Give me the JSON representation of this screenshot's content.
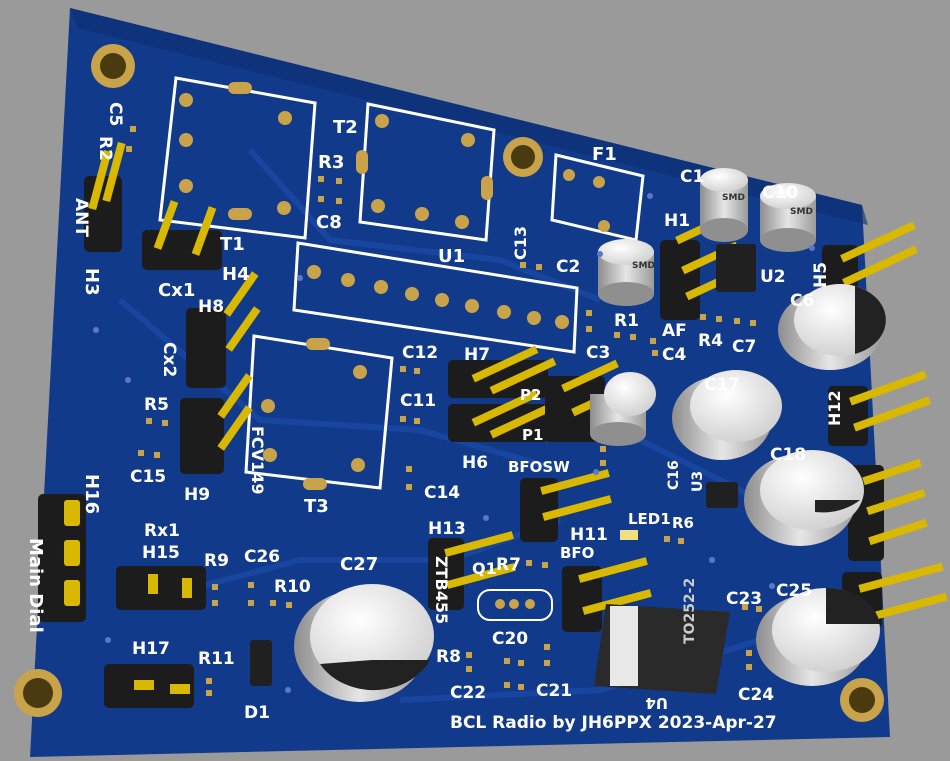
{
  "scene": {
    "background": "#9a9a9a",
    "board_color": "#123a8a",
    "silkscreen_color": "#ffffff",
    "gold": "#c9a34a"
  },
  "labels": {
    "C5": "C5",
    "R2": "R2",
    "ANT": "ANT",
    "H3": "H3",
    "T1": "T1",
    "T2": "T2",
    "R3": "R3",
    "C8": "C8",
    "U1": "U1",
    "C13": "C13",
    "F1": "F1",
    "C1": "C1",
    "C10": "C10",
    "C2": "C2",
    "H1": "H1",
    "U2": "U2",
    "H5": "H5",
    "C6": "C6",
    "Cx1": "Cx1",
    "H4": "H4",
    "H8": "H8",
    "Cx2": "Cx2",
    "R1": "R1",
    "AF": "AF",
    "R4": "R4",
    "C7": "C7",
    "C3": "C3",
    "C4": "C4",
    "C12": "C12",
    "H7": "H7",
    "P2": "P2",
    "C11": "C11",
    "P1": "P1",
    "H6": "H6",
    "C17": "C17",
    "H12": "H12",
    "R5": "R5",
    "FCV149": "FCV149",
    "C15": "C15",
    "H9": "H9",
    "T3": "T3",
    "C14": "C14",
    "BFOSW": "BFOSW",
    "C18": "C18",
    "C16": "C16",
    "U3": "U3",
    "LED1": "LED1",
    "R6": "R6",
    "H16": "H16",
    "Main_Dial": "Main Dial",
    "Rx1": "Rx1",
    "H15": "H15",
    "R9": "R9",
    "C26": "C26",
    "R10": "R10",
    "C27": "C27",
    "H13": "H13",
    "ZTB455": "ZTB455",
    "Q1": "Q1",
    "R7": "R7",
    "H11": "H11",
    "BFO": "BFO",
    "C23": "C23",
    "C25": "C25",
    "TO252": "TO252-2",
    "H17": "H17",
    "R11": "R11",
    "D1": "D1",
    "C20": "C20",
    "R8": "R8",
    "C22": "C22",
    "C21": "C21",
    "U4": "U4",
    "C24": "C24",
    "cap_SMD": "SMD",
    "footer": "BCL Radio by JH6PPX 2023-Apr-27"
  }
}
